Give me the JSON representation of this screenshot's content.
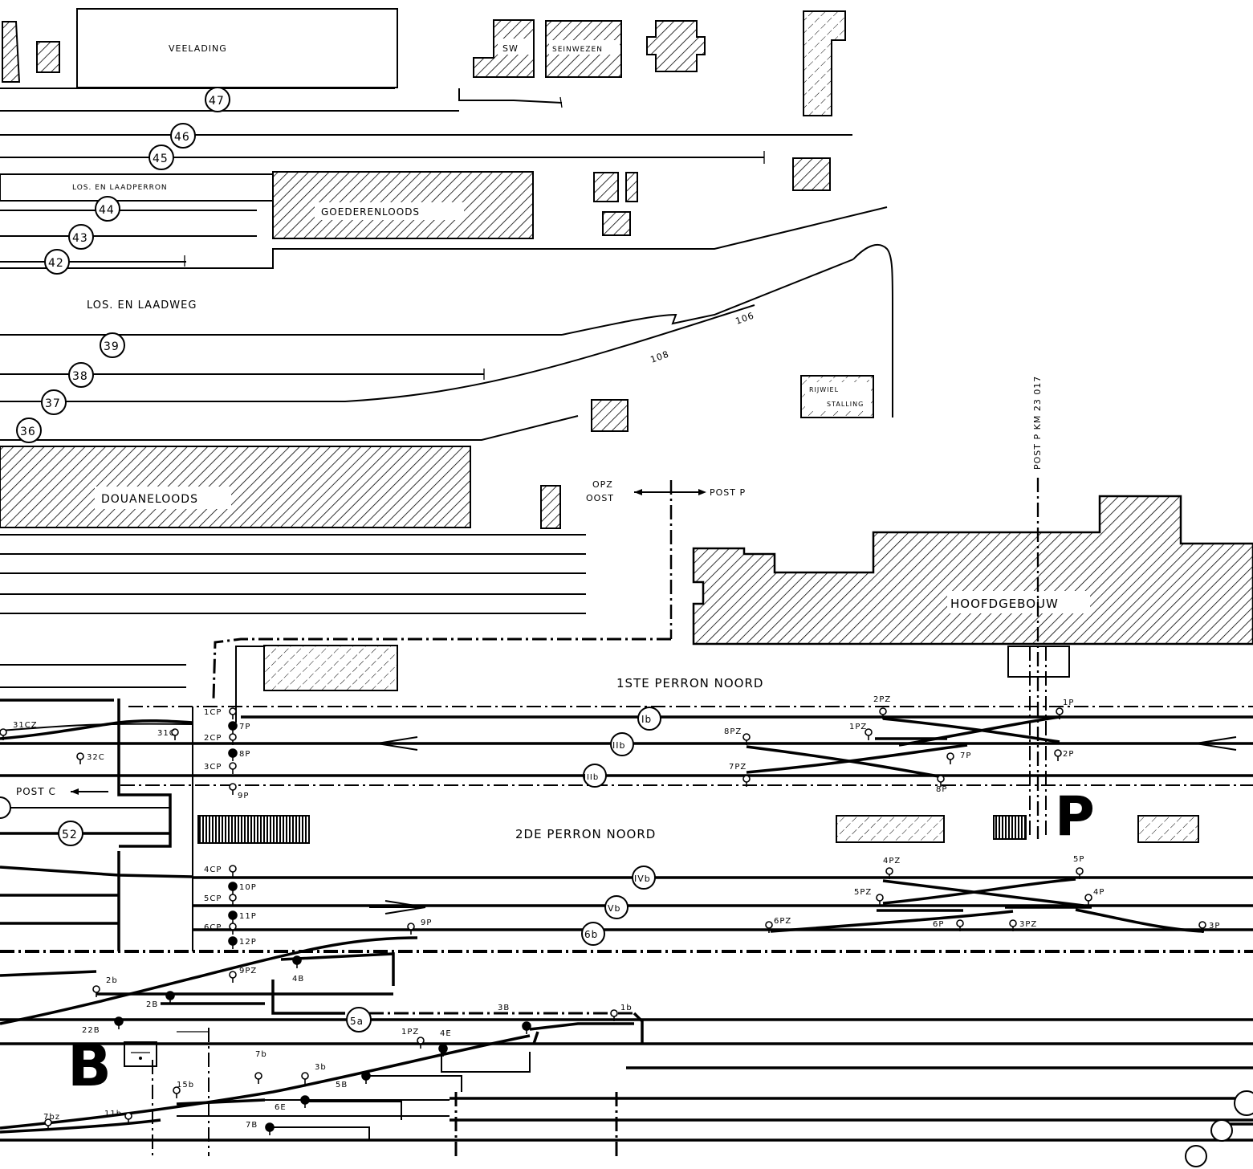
{
  "colors": {
    "ink": "#000000",
    "paper": "#ffffff"
  },
  "buildings": {
    "veelading": "VEELADING",
    "sw": "SW",
    "seinwezen": "SEINWEZEN",
    "los_laadperron": "LOS. EN LAADPERRON",
    "goederenloods": "GOEDERENLOODS",
    "douaneloods": "DOUANELOODS",
    "rijwielstalling_1": "RIJWIEL",
    "rijwielstalling_2": "STALLING",
    "hoofdgebouw": "HOOFDGEBOUW"
  },
  "areas": {
    "los_laadweg": "LOS. EN LAADWEG",
    "perron1": "1STE PERRON NOORD",
    "perron2": "2DE PERRON NOORD"
  },
  "posts": {
    "opz_1": "OPZ",
    "opz_2": "OOST",
    "post_p_arrow": "POST P",
    "post_p_km": "POST P KM 23 017",
    "post_c": "POST C",
    "big_p": "P",
    "big_b": "B"
  },
  "track_numbers": [
    "47",
    "46",
    "45",
    "44",
    "43",
    "42",
    "39",
    "38",
    "37",
    "36",
    "52",
    "Ib",
    "IIb",
    "IIIb",
    "IVb",
    "Vb",
    "6b",
    "5a"
  ],
  "switch_labels": [
    "106",
    "108"
  ],
  "signals": [
    "31CZ",
    "31C",
    "32C",
    "1CP",
    "2CP",
    "3CP",
    "7P",
    "8P",
    "9P",
    "4CP",
    "5CP",
    "6CP",
    "10P",
    "11P",
    "12P",
    "9P",
    "2PZ",
    "1P",
    "1PZ",
    "2P",
    "7P",
    "8PZ",
    "7PZ",
    "8P",
    "4PZ",
    "5P",
    "5PZ",
    "4P",
    "6PZ",
    "6P",
    "3PZ",
    "3P",
    "2b",
    "9PZ",
    "4B",
    "2B",
    "22B",
    "3B",
    "1b",
    "1PZ",
    "4E",
    "3b",
    "7b",
    "5B",
    "6E",
    "7B",
    "11b",
    "7bz",
    "15b"
  ]
}
